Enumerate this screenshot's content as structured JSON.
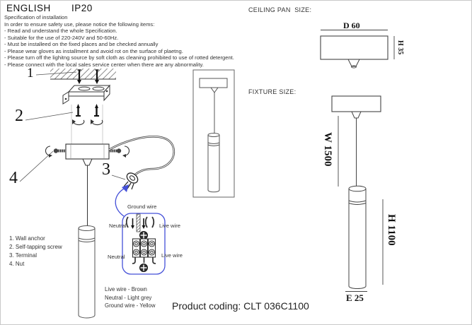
{
  "header": {
    "language": "ENGLISH",
    "ip": "IP20"
  },
  "spec": {
    "title": "Specification of installation",
    "intro": "In order to ensure safety use, please notice the following items:",
    "items": [
      "- Read and understand the whole Specification.",
      "- Suitable for the use of 220-240V and 50-60Hz.",
      "- Must be installeed on the fixed places and be checked annually",
      "- Please wear gloves as installment and avoid rot on the surface of plaetng.",
      "- Please turn off the lighitng source by soft cloth as cleaning prohibited to use of rotted detergent.",
      "- Please connect with the local sales service center when there are any abnormality."
    ]
  },
  "callouts": [
    "1",
    "2",
    "3",
    "4"
  ],
  "legend": {
    "items": [
      "1. Wall anchor",
      "2. Self-tapping screw",
      "3. Terminal",
      "4. Nut"
    ]
  },
  "wiring": {
    "ground": "Ground wire",
    "neutral_top": "Neutral",
    "live_top": "Live wire",
    "neutral_bottom": "Neutral",
    "live_bottom": "Live wire"
  },
  "wire_colors": [
    "Live wire - Brown",
    "Neutral - Light grey",
    "Ground wire - Yellow"
  ],
  "product": {
    "coding": "Product coding: CLT 036C1100"
  },
  "sizes": {
    "ceiling_pan_title": "CEILING PAN  SIZE:",
    "fixture_title": "FIXTURE SIZE:",
    "d": "D 60",
    "h_pan": "H 35",
    "w": "W 1500",
    "h_fixture": "H 1100",
    "e": "E 25"
  },
  "colors": {
    "accent_blue": "#4450d8",
    "line": "#333333"
  }
}
